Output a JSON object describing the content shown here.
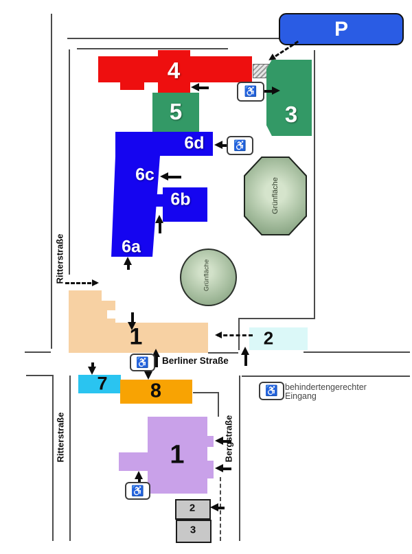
{
  "map": {
    "parking": {
      "label": "P",
      "color": "#2a5ce4"
    },
    "streets": {
      "ritterstrasse_upper": "Ritterstraße",
      "ritterstrasse_lower": "Ritterstraße",
      "berliner_strasse": "Berliner Straße",
      "bergstrasse": "Bergstraße"
    },
    "green_areas": {
      "octagon_label": "Grünfläche",
      "circle_label": "Grünfläche"
    },
    "icons": {
      "wheelchair": "♿"
    },
    "buildings": {
      "b4": {
        "label": "4",
        "color": "#ee0f0f"
      },
      "b5": {
        "label": "5",
        "color": "#339966"
      },
      "b3": {
        "label": "3",
        "color": "#339966"
      },
      "b6": {
        "color": "#1505f0"
      },
      "b6d": {
        "label": "6d"
      },
      "b6c": {
        "label": "6c"
      },
      "b6b": {
        "label": "6b"
      },
      "b6a": {
        "label": "6a"
      },
      "b1_north": {
        "label": "1",
        "color": "#f7d1a3"
      },
      "b2_north": {
        "label": "2",
        "color": "#dbf8f8"
      },
      "b7": {
        "label": "7",
        "color": "#2ac4f0"
      },
      "b8": {
        "label": "8",
        "color": "#f8a303"
      },
      "b1_south": {
        "label": "1",
        "color": "#c9a1e9"
      },
      "b2_south": {
        "label": "2",
        "color": "#c8c8c8"
      },
      "b3_south": {
        "label": "3",
        "color": "#c8c8c8"
      }
    },
    "legend": {
      "line1": "behindertengerechter",
      "line2": "Eingang"
    }
  }
}
